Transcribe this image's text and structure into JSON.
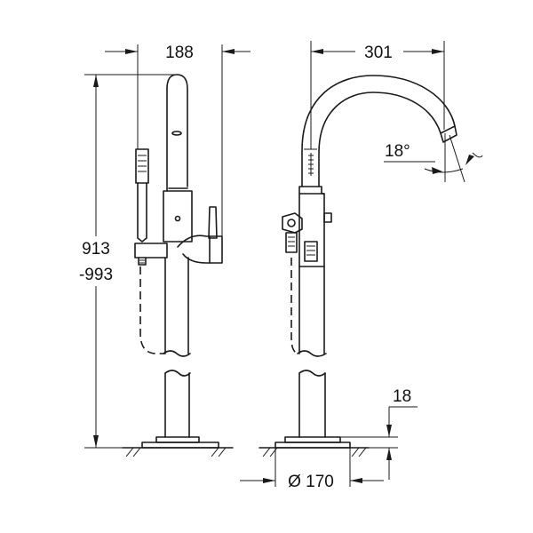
{
  "dimensions": {
    "depth": "188",
    "reach": "301",
    "height_min": "913",
    "height_max": "-993",
    "spout_angle": "18°",
    "base_thickness": "18",
    "base_diameter": "Ø 170"
  }
}
